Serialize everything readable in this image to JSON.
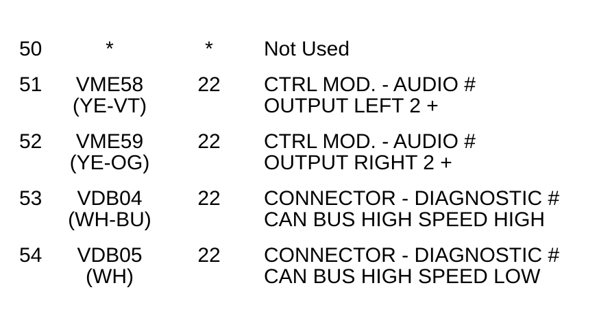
{
  "page": {
    "background_color": "#ffffff",
    "text_color": "#000000"
  },
  "table": {
    "rows": [
      {
        "pin": "50",
        "circuit": "*",
        "gauge": "*",
        "function_line1": "Not Used"
      },
      {
        "pin": "51",
        "circuit": "VME58",
        "color": "(YE-VT)",
        "gauge": "22",
        "function_line1": "CTRL MOD. - AUDIO #",
        "function_line2": "OUTPUT LEFT 2 +"
      },
      {
        "pin": "52",
        "circuit": "VME59",
        "color": "(YE-OG)",
        "gauge": "22",
        "function_line1": "CTRL MOD. - AUDIO #",
        "function_line2": "OUTPUT RIGHT 2 +"
      },
      {
        "pin": "53",
        "circuit": "VDB04",
        "color": "(WH-BU)",
        "gauge": "22",
        "function_line1": "CONNECTOR - DIAGNOSTIC #",
        "function_line2": "CAN BUS HIGH SPEED HIGH"
      },
      {
        "pin": "54",
        "circuit": "VDB05",
        "color": "(WH)",
        "gauge": "22",
        "function_line1": "CONNECTOR - DIAGNOSTIC #",
        "function_line2": "CAN BUS HIGH SPEED LOW"
      }
    ]
  }
}
